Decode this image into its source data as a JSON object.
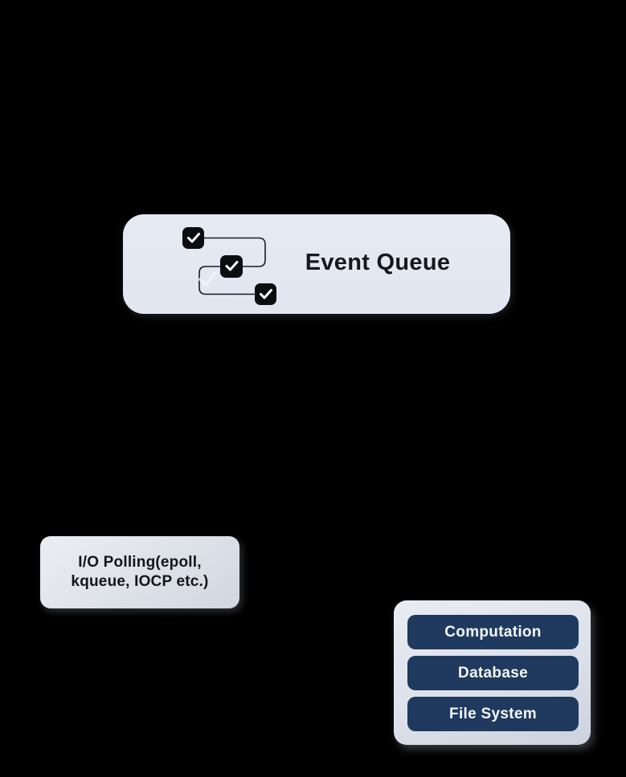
{
  "canvas": {
    "background": "#000000",
    "description": "event-loop diagram fragment on black background"
  },
  "nodes": {
    "event_queue": {
      "label": "Event Queue",
      "icon": "task-queue-checklist-flow-icon",
      "bg": "#e3e8f2",
      "text_color": "#17181c",
      "checkbox_color": "#0c0d10",
      "check_color": "#ffffff",
      "connector_color": "#1b1c22"
    },
    "io_polling": {
      "label_line1": "I/O Polling(epoll,",
      "label_line2": "kqueue, IOCP etc.)",
      "bg": "#e0e4eb",
      "text_color": "#141519"
    },
    "blocking_ops": {
      "panel_bg": "#dde1eb",
      "item_bg": "#1f3a5e",
      "item_text_color": "#f5f7fa",
      "items": [
        {
          "label": "Computation"
        },
        {
          "label": "Database"
        },
        {
          "label": "File System"
        }
      ]
    }
  }
}
